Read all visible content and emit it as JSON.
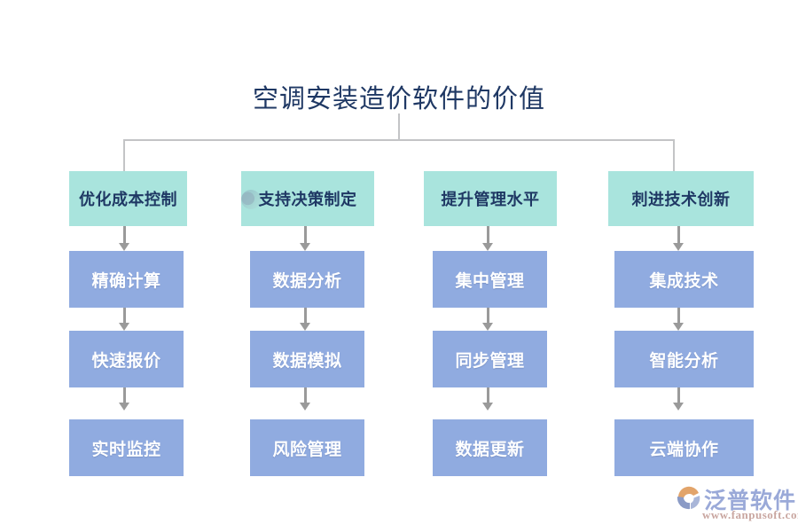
{
  "title": "空调安装造价软件的价值",
  "colors": {
    "title_text": "#1f3864",
    "header_fill": "#a9e4dd",
    "header_text": "#1f3864",
    "body_fill": "#90abe0",
    "body_text": "#ffffff",
    "connector": "#c3c4c6",
    "arrow": "#9a9a9a",
    "background": "#ffffff",
    "logo_name": "#9aa9d8",
    "logo_url": "#c9a6a0",
    "logo_mark_accent": "#e2a46a"
  },
  "columns": [
    {
      "header": "优化成本控制",
      "nodes": [
        "精确计算",
        "快速报价",
        "实时监控"
      ]
    },
    {
      "header": "支持决策制定",
      "nodes": [
        "数据分析",
        "数据模拟",
        "风险管理"
      ]
    },
    {
      "header": "提升管理水平",
      "nodes": [
        "集中管理",
        "同步管理",
        "数据更新"
      ]
    },
    {
      "header": "刺进技术创新",
      "nodes": [
        "集成技术",
        "智能分析",
        "云端协作"
      ]
    }
  ],
  "logo": {
    "name": "泛普软件",
    "url": "www.fanpusoft.com",
    "mark": "fanpu-swoosh-icon"
  }
}
